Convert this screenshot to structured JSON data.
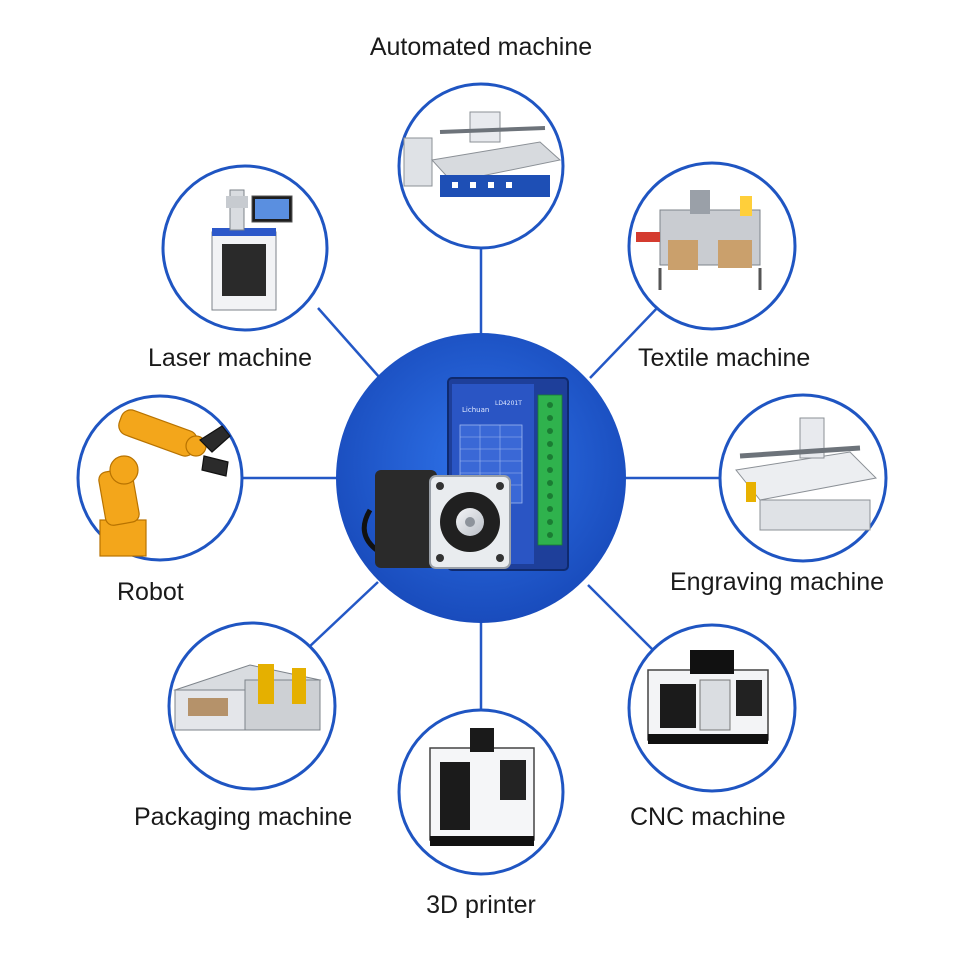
{
  "colors": {
    "hub_fill": "#1d5fd6",
    "ring_stroke": "#1f55c2",
    "connector": "#2458c6",
    "label_text": "#1a1a1a",
    "background": "#ffffff"
  },
  "hub": {
    "product": "stepper-motor-and-driver",
    "driver_brand": "Lichuan",
    "driver_model": "LD4201T"
  },
  "applications": [
    {
      "id": "automated",
      "label": "Automated machine",
      "icon": "cnc-router-icon"
    },
    {
      "id": "textile",
      "label": "Textile machine",
      "icon": "carton-sealer-icon"
    },
    {
      "id": "engraving",
      "label": "Engraving machine",
      "icon": "engraving-router-icon"
    },
    {
      "id": "cnc",
      "label": "CNC machine",
      "icon": "machining-center-icon"
    },
    {
      "id": "printer3d",
      "label": "3D printer",
      "icon": "vertical-machining-icon"
    },
    {
      "id": "packaging",
      "label": "Packaging machine",
      "icon": "box-folder-icon"
    },
    {
      "id": "robot",
      "label": "Robot",
      "icon": "robot-arm-icon"
    },
    {
      "id": "laser",
      "label": "Laser machine",
      "icon": "laser-marker-icon"
    }
  ]
}
